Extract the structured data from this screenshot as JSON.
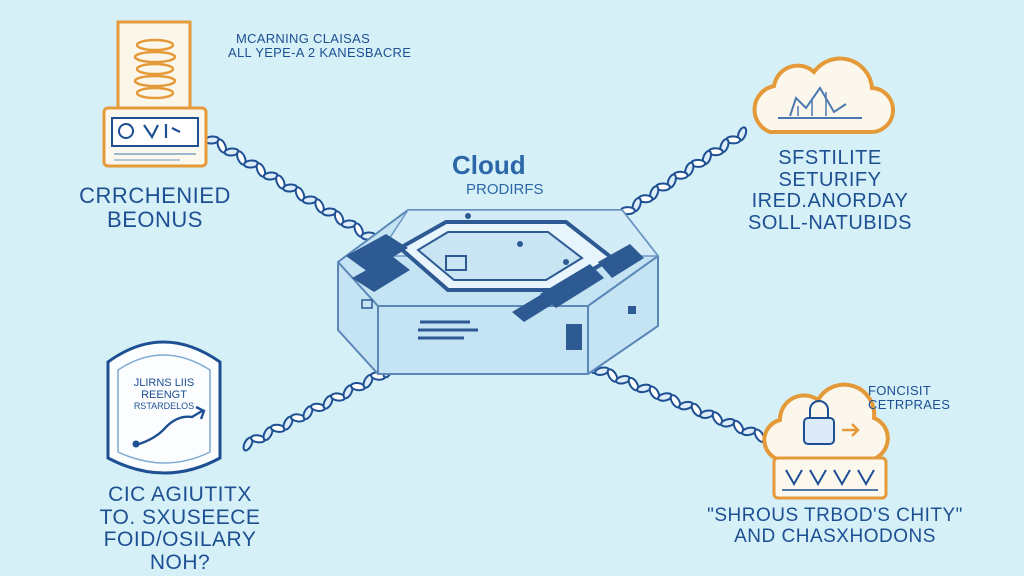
{
  "center": {
    "title": "Cloud",
    "subtitle": "PRODIRFS"
  },
  "nodes": {
    "top_left": {
      "caption_lines": [
        "MCARNING CLAISAS",
        "ALL YEPE-A 2 KANESBACRE"
      ],
      "title_lines": [
        "CRRCHENIED",
        "BEONUS"
      ]
    },
    "top_right": {
      "title_lines": [
        "SFSTILITE",
        "SETURIFY",
        "IRED.ANORDAY",
        "SOLL-NATUBIDS"
      ]
    },
    "bottom_left": {
      "sign_lines": [
        "JLIRNS LIIS",
        "REENGT",
        "RSTARDELOS"
      ],
      "title_lines": [
        "CIC AGIUTITX",
        "TO. SXUSEECE",
        "FOID/OSILARY",
        "NOH?"
      ]
    },
    "bottom_right": {
      "caption_lines": [
        "FONCISIT",
        "CETRPRAES"
      ],
      "title_lines": [
        "\"SHROUS TRBOD'S CHITY\"",
        "AND CHASXHODONS"
      ]
    }
  },
  "colors": {
    "background": "#d6f0f7",
    "ink_blue": "#1d4f93",
    "accent_orange": "#e59a3a",
    "device_fill": "#b9dcef",
    "device_dark": "#2d5a93"
  },
  "icons": [
    "file-stack-icon",
    "cloud-graph-icon",
    "sign-board-icon",
    "cloud-lock-icon",
    "hardware-hub-icon",
    "chain-link-icon"
  ]
}
